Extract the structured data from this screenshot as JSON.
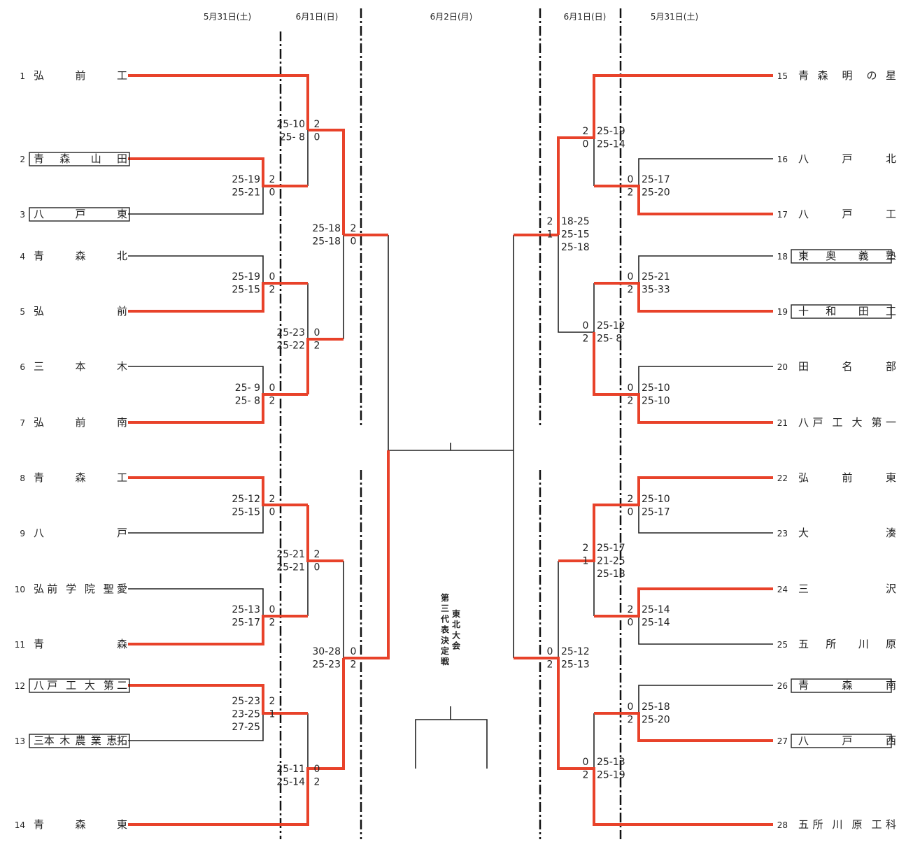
{
  "dates": {
    "left_d1": "5月31日(土)",
    "left_d2": "6月1日(日)",
    "center": "6月2日(月)",
    "right_d2": "6月1日(日)",
    "right_d1": "5月31日(土)"
  },
  "teams": [
    {
      "no": "1",
      "name": "弘前工",
      "boxed": false,
      "won": true
    },
    {
      "no": "2",
      "name": "青森山田",
      "boxed": true,
      "won": true
    },
    {
      "no": "3",
      "name": "八戸東",
      "boxed": true,
      "won": false
    },
    {
      "no": "4",
      "name": "青森北",
      "boxed": false,
      "won": false
    },
    {
      "no": "5",
      "name": "弘前",
      "boxed": false,
      "won": true
    },
    {
      "no": "6",
      "name": "三本木",
      "boxed": false,
      "won": false
    },
    {
      "no": "7",
      "name": "弘前南",
      "boxed": false,
      "won": true
    },
    {
      "no": "8",
      "name": "青森工",
      "boxed": false,
      "won": true
    },
    {
      "no": "9",
      "name": "八戸",
      "boxed": false,
      "won": false
    },
    {
      "no": "10",
      "name": "弘前学院聖愛",
      "boxed": false,
      "won": false
    },
    {
      "no": "11",
      "name": "青森",
      "boxed": false,
      "won": true
    },
    {
      "no": "12",
      "name": "八戸工大第二",
      "boxed": true,
      "won": true
    },
    {
      "no": "13",
      "name": "三本木農業恵拓",
      "boxed": true,
      "won": false
    },
    {
      "no": "14",
      "name": "青森東",
      "boxed": false,
      "won": true
    },
    {
      "no": "15",
      "name": "青森明の星",
      "boxed": false,
      "won": true
    },
    {
      "no": "16",
      "name": "八戸北",
      "boxed": false,
      "won": false
    },
    {
      "no": "17",
      "name": "八戸工",
      "boxed": false,
      "won": true
    },
    {
      "no": "18",
      "name": "東奥義塾",
      "boxed": true,
      "won": false
    },
    {
      "no": "19",
      "name": "十和田工",
      "boxed": true,
      "won": true
    },
    {
      "no": "20",
      "name": "田名部",
      "boxed": false,
      "won": false
    },
    {
      "no": "21",
      "name": "八戸工大第一",
      "boxed": false,
      "won": true
    },
    {
      "no": "22",
      "name": "弘前東",
      "boxed": false,
      "won": true
    },
    {
      "no": "23",
      "name": "大湊",
      "boxed": false,
      "won": false
    },
    {
      "no": "24",
      "name": "三沢",
      "boxed": false,
      "won": true
    },
    {
      "no": "25",
      "name": "五所川原",
      "boxed": false,
      "won": false
    },
    {
      "no": "26",
      "name": "青森南",
      "boxed": true,
      "won": false
    },
    {
      "no": "27",
      "name": "八戸西",
      "boxed": true,
      "won": true
    },
    {
      "no": "28",
      "name": "五所川原工科",
      "boxed": false,
      "won": true
    }
  ],
  "results": [
    {
      "sets": [
        "25-19",
        "25-21"
      ],
      "wins": [
        "2",
        "0"
      ]
    },
    {
      "sets": [
        "25-19",
        "25-15"
      ],
      "wins": [
        "0",
        "2"
      ]
    },
    {
      "sets": [
        "25- 9",
        "25- 8"
      ],
      "wins": [
        "0",
        "2"
      ]
    },
    {
      "sets": [
        "25-12",
        "25-15"
      ],
      "wins": [
        "2",
        "0"
      ]
    },
    {
      "sets": [
        "25-13",
        "25-17"
      ],
      "wins": [
        "0",
        "2"
      ]
    },
    {
      "sets": [
        "25-23",
        "23-25",
        "27-25"
      ],
      "wins": [
        "2",
        "1"
      ]
    },
    {
      "sets": [
        "25-10",
        "25- 8"
      ],
      "wins": [
        "2",
        "0"
      ]
    },
    {
      "sets": [
        "25-23",
        "25-22"
      ],
      "wins": [
        "0",
        "2"
      ]
    },
    {
      "sets": [
        "25-21",
        "25-21"
      ],
      "wins": [
        "2",
        "0"
      ]
    },
    {
      "sets": [
        "25-11",
        "25-14"
      ],
      "wins": [
        "0",
        "2"
      ]
    },
    {
      "sets": [
        "25-18",
        "25-18"
      ],
      "wins": [
        "2",
        "0"
      ]
    },
    {
      "sets": [
        "30-28",
        "25-23"
      ],
      "wins": [
        "0",
        "2"
      ]
    },
    {
      "sets": [
        "25-17",
        "25-20"
      ],
      "wins": [
        "0",
        "2"
      ]
    },
    {
      "sets": [
        "25-21",
        "35-33"
      ],
      "wins": [
        "0",
        "2"
      ]
    },
    {
      "sets": [
        "25-10",
        "25-10"
      ],
      "wins": [
        "0",
        "2"
      ]
    },
    {
      "sets": [
        "25-10",
        "25-17"
      ],
      "wins": [
        "2",
        "0"
      ]
    },
    {
      "sets": [
        "25-14",
        "25-14"
      ],
      "wins": [
        "2",
        "0"
      ]
    },
    {
      "sets": [
        "25-18",
        "25-20"
      ],
      "wins": [
        "0",
        "2"
      ]
    },
    {
      "sets": [
        "25-19",
        "25-14"
      ],
      "wins": [
        "2",
        "0"
      ]
    },
    {
      "sets": [
        "25-12",
        "25- 8"
      ],
      "wins": [
        "0",
        "2"
      ]
    },
    {
      "sets": [
        "25-17",
        "21-25",
        "25-18"
      ],
      "wins": [
        "2",
        "1"
      ]
    },
    {
      "sets": [
        "25-13",
        "25-19"
      ],
      "wins": [
        "0",
        "2"
      ]
    },
    {
      "sets": [
        "18-25",
        "25-15",
        "25-18"
      ],
      "wins": [
        "2",
        "1"
      ]
    },
    {
      "sets": [
        "25-12",
        "25-13"
      ],
      "wins": [
        "0",
        "2"
      ]
    }
  ],
  "center_label": {
    "col1": "第三代表決定戦",
    "col2": "東北大会"
  },
  "colors": {
    "winner_line": "#e8422a",
    "loser_line": "#222222",
    "guide_line": "#111111"
  }
}
